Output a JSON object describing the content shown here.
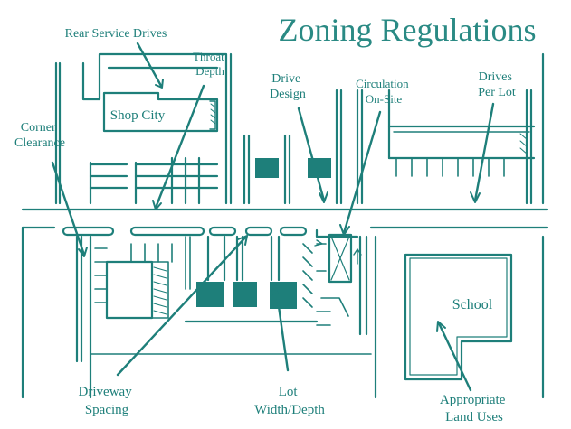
{
  "title": "Zoning Regulations",
  "labels": {
    "rear_service_drives": "Rear Service Drives",
    "throat_depth": [
      "Throat",
      "Depth"
    ],
    "drive_design": [
      "Drive",
      "Design"
    ],
    "circulation_on_site": [
      "Circulation",
      "On-Site"
    ],
    "drives_per_lot": [
      "Drives",
      "Per Lot"
    ],
    "corner_clearance": [
      "Corner",
      "Clearance"
    ],
    "driveway_spacing": [
      "Driveway",
      "Spacing"
    ],
    "lot_width_depth": [
      "Lot",
      "Width/Depth"
    ],
    "appropriate_land_uses": [
      "Appropriate",
      "Land Uses"
    ]
  },
  "buildings": {
    "shop_city": "Shop City",
    "school": "School"
  },
  "colors": {
    "ink": "#1e7f7a",
    "fill": "#1e7f7a",
    "title": "#2a8a84",
    "background": "#ffffff"
  }
}
